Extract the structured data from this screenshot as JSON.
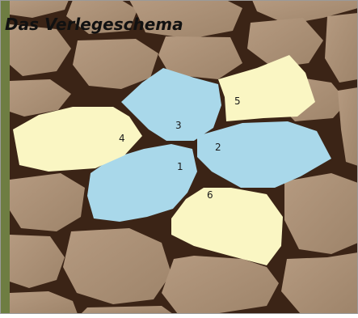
{
  "title": "Das Verlegeschema",
  "stones": [
    {
      "number": "1",
      "color": "blue"
    },
    {
      "number": "2",
      "color": "blue"
    },
    {
      "number": "3",
      "color": "blue"
    },
    {
      "number": "4",
      "color": "yellow"
    },
    {
      "number": "5",
      "color": "yellow"
    },
    {
      "number": "6",
      "color": "yellow"
    }
  ],
  "colors": {
    "blue": "#A9D8EA",
    "yellow": "#FAF6C3",
    "paving_stone": "#A98E74",
    "joint": "#3B2416",
    "border": "#9A9A9A",
    "grass_edge": "#6E7D42"
  }
}
